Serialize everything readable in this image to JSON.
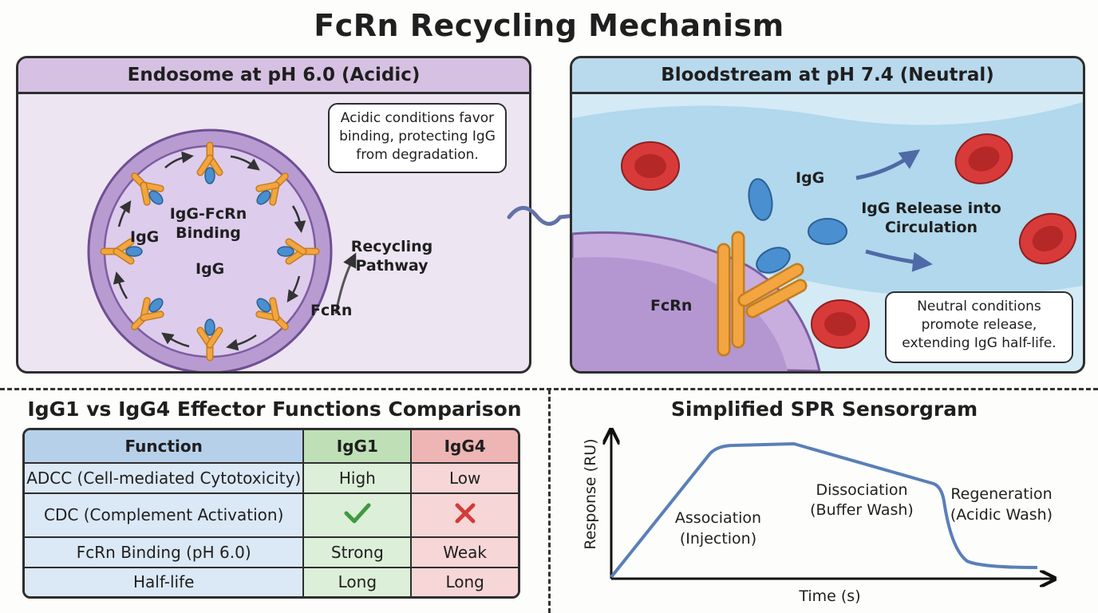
{
  "title": "FcRn Recycling Mechanism",
  "endosome_panel": {
    "header": "Endosome at pH 6.0 (Acidic)",
    "callout": "Acidic conditions favor binding, protecting IgG from degradation.",
    "center_label": "IgG-FcRn Binding",
    "igg_label_left": "IgG",
    "igg_label_lower": "IgG",
    "pathway_label": "Recycling Pathway",
    "fcrn_label": "FcRn"
  },
  "blood_panel": {
    "header": "Bloodstream at pH 7.4 (Neutral)",
    "igg_label": "IgG",
    "release_label": "IgG Release into Circulation",
    "fcrn_label": "FcRn",
    "callout": "Neutral conditions promote release, extending IgG half-life."
  },
  "comparison": {
    "title": "IgG1 vs IgG4 Effector Functions Comparison",
    "headers": [
      "Function",
      "IgG1",
      "IgG4"
    ],
    "rows": [
      {
        "function": "ADCC (Cell-mediated Cytotoxicity)",
        "igg1": "High",
        "igg4": "Low"
      },
      {
        "function": "CDC (Complement Activation)",
        "igg1": "check-icon",
        "igg4": "cross-icon"
      },
      {
        "function": "FcRn Binding (pH 6.0)",
        "igg1": "Strong",
        "igg4": "Weak"
      },
      {
        "function": "Half-life",
        "igg1": "Long",
        "igg4": "Long"
      }
    ]
  },
  "sensorgram": {
    "title": "Simplified SPR Sensorgram",
    "ylabel": "Response (RU)",
    "xlabel": "Time (s)",
    "phases": {
      "association": "Association (Injection)",
      "dissociation": "Dissociation (Buffer Wash)",
      "regeneration": "Regeneration (Acidic Wash)"
    }
  },
  "colors": {
    "endosome_bg": "#ede5f2",
    "membrane": "#9a76bd",
    "antibody": "#f2a541",
    "igg": "#4a8fd0",
    "rbc": "#d83a3a",
    "blood_bg": "#d4eaf5",
    "curve": "#5a7fb8",
    "check": "#3e9a3e",
    "cross": "#d23c3c"
  }
}
